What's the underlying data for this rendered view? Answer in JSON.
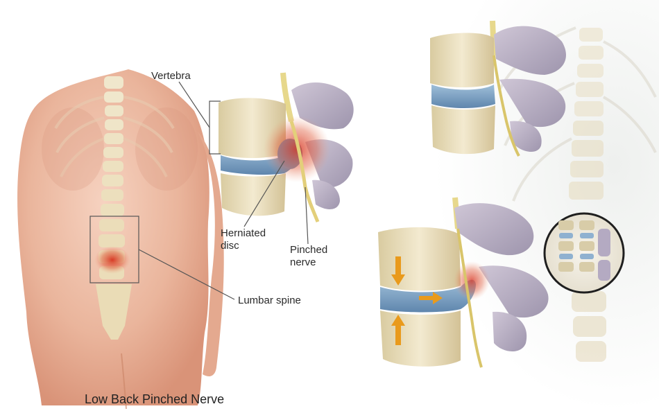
{
  "labels": {
    "vertebra": "Vertebra",
    "herniated_disc": "Herniated\ndisc",
    "pinched_nerve": "Pinched\nnerve",
    "lumbar_spine": "Lumbar spine"
  },
  "caption": "Low Back Pinched Nerve",
  "colors": {
    "skin": "#e9b49c",
    "bone": "#eee3c4",
    "disc": "#7fa6c8",
    "nerve": "#e8d486",
    "inflammation": "#d9402a",
    "arrow": "#e99a1c"
  }
}
